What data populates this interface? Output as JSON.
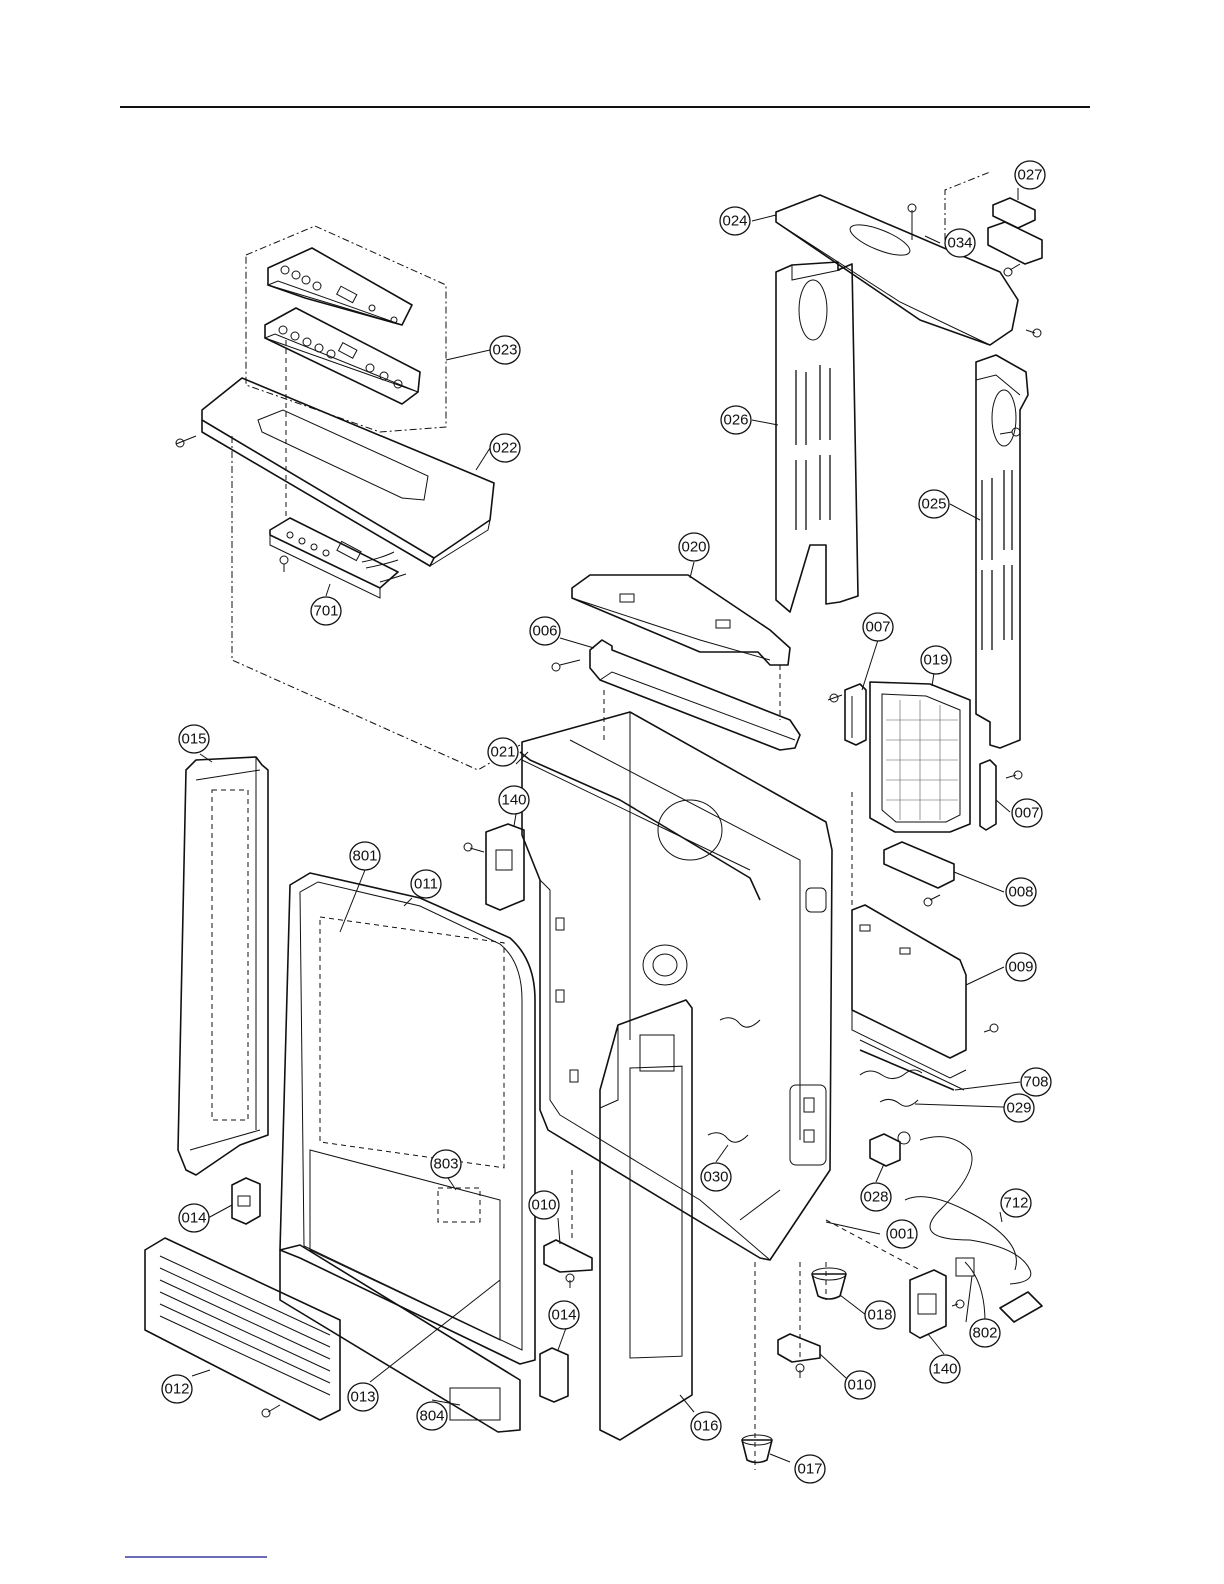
{
  "callouts": [
    {
      "code": "027"
    },
    {
      "code": "024"
    },
    {
      "code": "034"
    },
    {
      "code": "023"
    },
    {
      "code": "026"
    },
    {
      "code": "022"
    },
    {
      "code": "025"
    },
    {
      "code": "020"
    },
    {
      "code": "701"
    },
    {
      "code": "006"
    },
    {
      "code": "007"
    },
    {
      "code": "019"
    },
    {
      "code": "021"
    },
    {
      "code": "015"
    },
    {
      "code": "140"
    },
    {
      "code": "007"
    },
    {
      "code": "801"
    },
    {
      "code": "011"
    },
    {
      "code": "008"
    },
    {
      "code": "009"
    },
    {
      "code": "708"
    },
    {
      "code": "029"
    },
    {
      "code": "030"
    },
    {
      "code": "028"
    },
    {
      "code": "803"
    },
    {
      "code": "712"
    },
    {
      "code": "014"
    },
    {
      "code": "010"
    },
    {
      "code": "001"
    },
    {
      "code": "018"
    },
    {
      "code": "802"
    },
    {
      "code": "014"
    },
    {
      "code": "140"
    },
    {
      "code": "012"
    },
    {
      "code": "013"
    },
    {
      "code": "804"
    },
    {
      "code": "010"
    },
    {
      "code": "016"
    },
    {
      "code": "017"
    }
  ]
}
